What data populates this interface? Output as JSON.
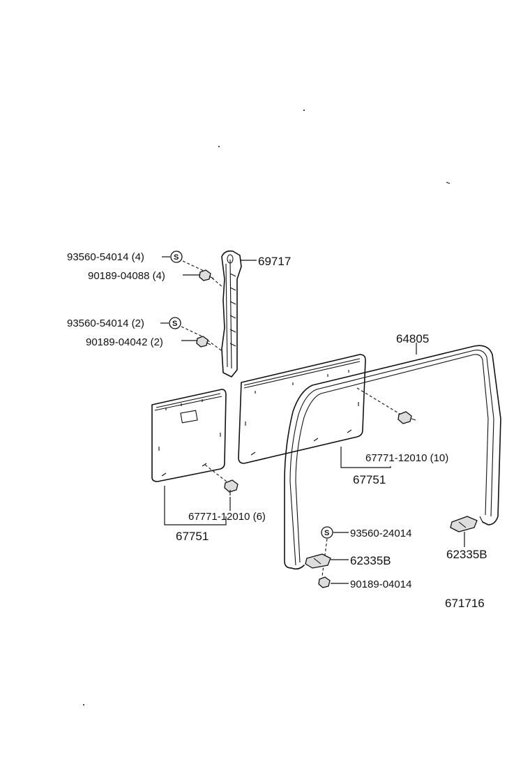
{
  "labels": {
    "washer_a": "93560-54014 (4)",
    "bolt_a": "90189-04088 (4)",
    "washer_b": "93560-54014 (2)",
    "bolt_b": "90189-04042 (2)",
    "garnish": "69717",
    "weatherstrip": "64805",
    "clip_right": "67771-12010 (10)",
    "trim_right": "67751",
    "clip_left": "67771-12010 (6)",
    "trim_left": "67751",
    "washer_c": "93560-24014",
    "stopper_left": "62335B",
    "stopper_right": "62335B",
    "bolt_c": "90189-04014",
    "figure_no": "671716"
  },
  "symbols": {
    "washer_mark": "S"
  }
}
